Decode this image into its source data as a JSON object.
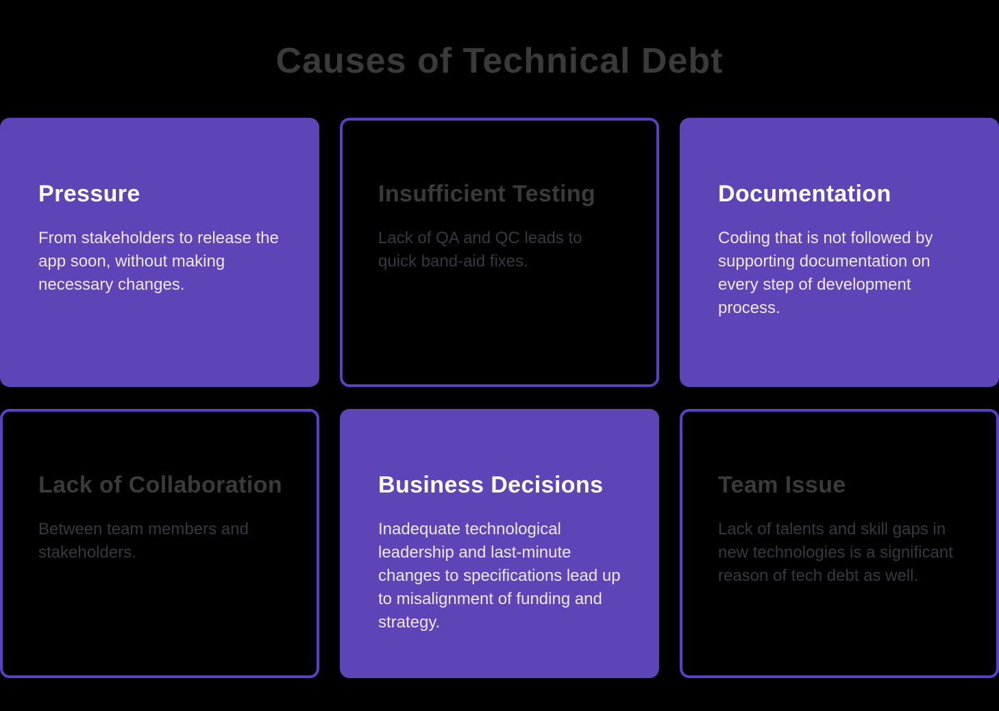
{
  "page": {
    "title": "Causes of Technical Debt",
    "background_color": "#000000",
    "title_color": "#3A3A3A"
  },
  "colors": {
    "card_fill_purple": "#5D45B8",
    "card_border_purple": "#5A40C8",
    "filled_title": "#FFFFFF",
    "filled_body": "#ECE9F7",
    "dark_title": "#3A3A3A",
    "dark_body": "#373840"
  },
  "cards": [
    {
      "id": "pressure",
      "variant": "filled",
      "title": "Pressure",
      "body": "From stakeholders to release the app soon, without making necessary changes."
    },
    {
      "id": "insufficient-testing",
      "variant": "outlined",
      "title": "Insufficient Testing",
      "body": "Lack of QA and QC leads to quick band-aid fixes."
    },
    {
      "id": "documentation",
      "variant": "filled",
      "title": "Documentation",
      "body": "Coding that is not followed by supporting documentation on every step of development process."
    },
    {
      "id": "lack-of-collaboration",
      "variant": "outlined",
      "title": "Lack of Collaboration",
      "body": "Between team members and stakeholders."
    },
    {
      "id": "business-decisions",
      "variant": "filled",
      "title": "Business Decisions",
      "body": "Inadequate technological leadership and last-minute changes to specifications lead up to misalignment of funding and strategy."
    },
    {
      "id": "team-issue",
      "variant": "outlined",
      "title": "Team Issue",
      "body": "Lack of talents and skill gaps in new technologies is a significant reason of tech debt as well."
    }
  ]
}
